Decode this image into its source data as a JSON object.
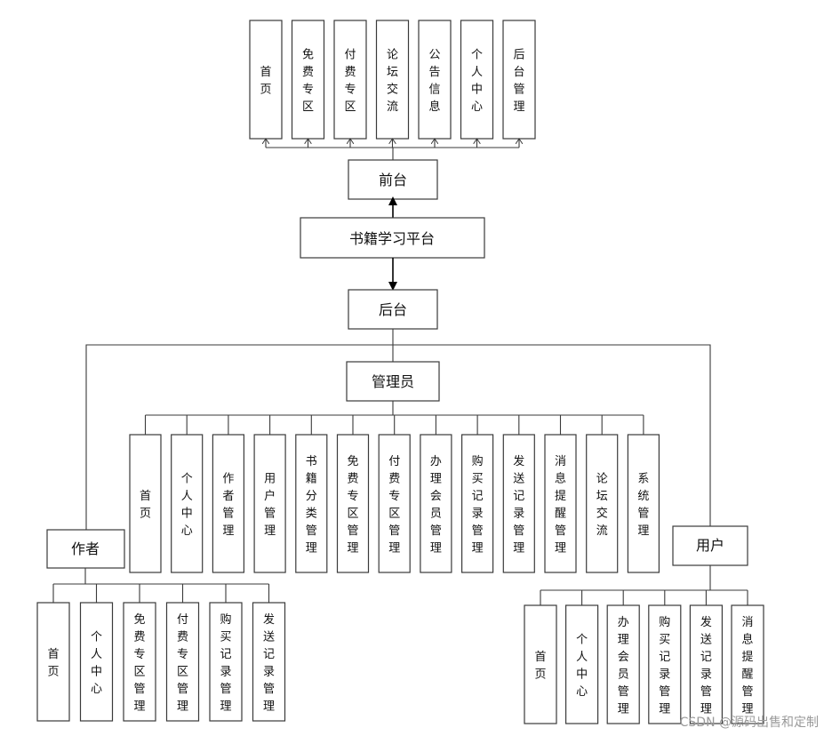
{
  "root": "书籍学习平台",
  "front": {
    "label": "前台",
    "modules": [
      "首页",
      "免费专区",
      "付费专区",
      "论坛交流",
      "公告信息",
      "个人中心",
      "后台管理"
    ]
  },
  "back": {
    "label": "后台"
  },
  "admin": {
    "label": "管理员",
    "modules": [
      "首页",
      "个人中心",
      "作者管理",
      "用户管理",
      "书籍分类管理",
      "免费专区管理",
      "付费专区管理",
      "办理会员管理",
      "购买记录管理",
      "发送记录管理",
      "消息提醒管理",
      "论坛交流",
      "系统管理"
    ]
  },
  "author": {
    "label": "作者",
    "modules": [
      "首页",
      "个人中心",
      "免费专区管理",
      "付费专区管理",
      "购买记录管理",
      "发送记录管理"
    ]
  },
  "user": {
    "label": "用户",
    "modules": [
      "首页",
      "个人中心",
      "办理会员管理",
      "购买记录管理",
      "发送记录管理",
      "消息提醒管理"
    ]
  },
  "watermark": "CSDN @源码出售和定制"
}
